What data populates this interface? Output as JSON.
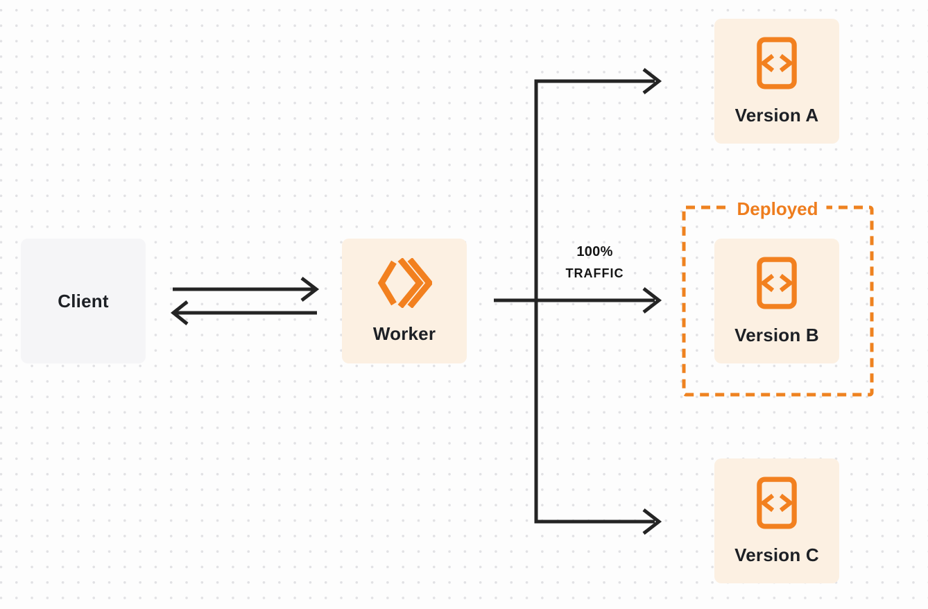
{
  "diagram": {
    "client": {
      "label": "Client"
    },
    "worker": {
      "label": "Worker"
    },
    "traffic": {
      "line1": "100%",
      "line2": "TRAFFIC"
    },
    "deployed_label": "Deployed",
    "versions": [
      {
        "label": "Version A",
        "deployed": false
      },
      {
        "label": "Version B",
        "deployed": true
      },
      {
        "label": "Version C",
        "deployed": false
      }
    ],
    "edges": [
      {
        "from": "client",
        "to": "worker",
        "direction": "bidirectional"
      },
      {
        "from": "worker",
        "to": "version-a"
      },
      {
        "from": "worker",
        "to": "version-b",
        "label": "100% TRAFFIC"
      },
      {
        "from": "worker",
        "to": "version-c"
      }
    ],
    "colors": {
      "accent_orange": "#f2801f",
      "deployed_orange": "#ee7d1e",
      "node_cream": "#fcf0e2",
      "client_gray": "#f5f5f7",
      "arrow_black": "#242424",
      "text_dark": "#1d2025",
      "background": "#fdfdfd",
      "dot_gray": "#e1e1e4"
    }
  }
}
